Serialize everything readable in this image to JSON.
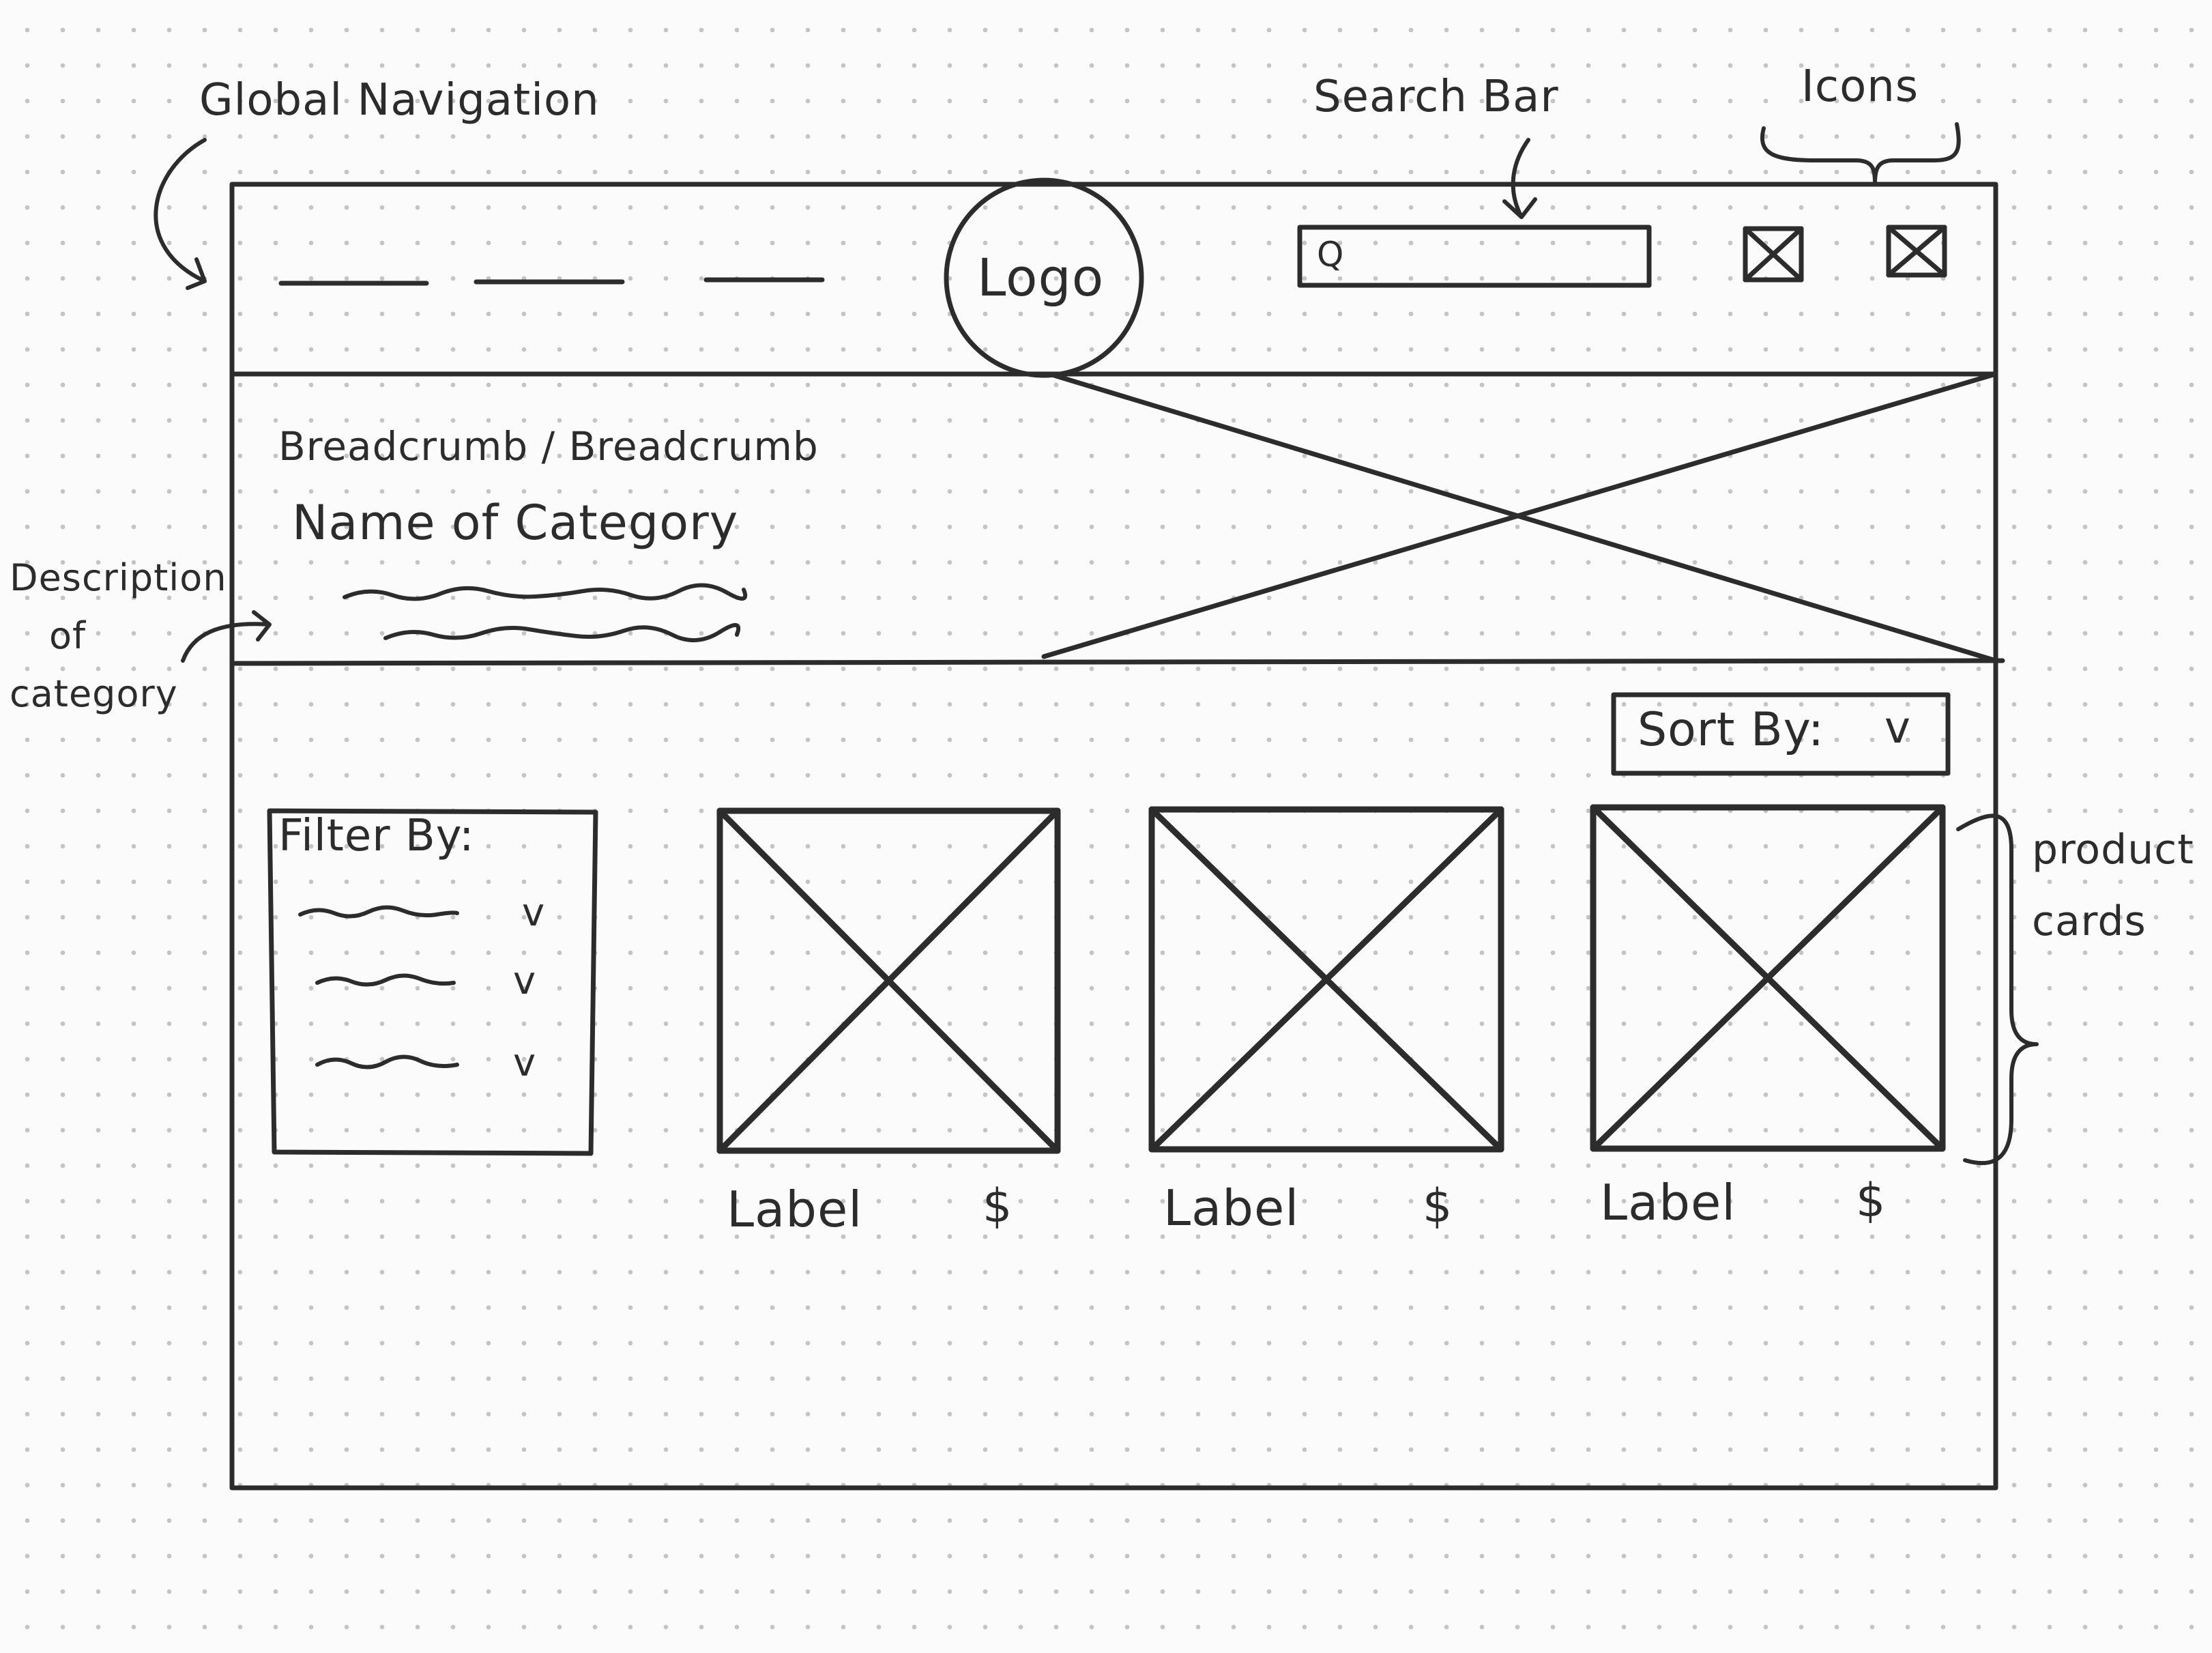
{
  "annotations": {
    "global_nav": "Global Navigation",
    "search_bar": "Search Bar",
    "icons": "Icons",
    "description_line1": "Description",
    "description_line2": "of",
    "description_line3": "category",
    "product_cards_line1": "product",
    "product_cards_line2": "cards"
  },
  "header": {
    "logo": "Logo",
    "search_glyph": "Q"
  },
  "hero": {
    "breadcrumb": "Breadcrumb / Breadcrumb",
    "category_name": "Name of Category"
  },
  "sort": {
    "label": "Sort By:",
    "chevron": "v"
  },
  "filter": {
    "title": "Filter By:",
    "chevrons": [
      "v",
      "v",
      "v"
    ]
  },
  "products": [
    {
      "label": "Label",
      "price": "$"
    },
    {
      "label": "Label",
      "price": "$"
    },
    {
      "label": "Label",
      "price": "$"
    }
  ]
}
